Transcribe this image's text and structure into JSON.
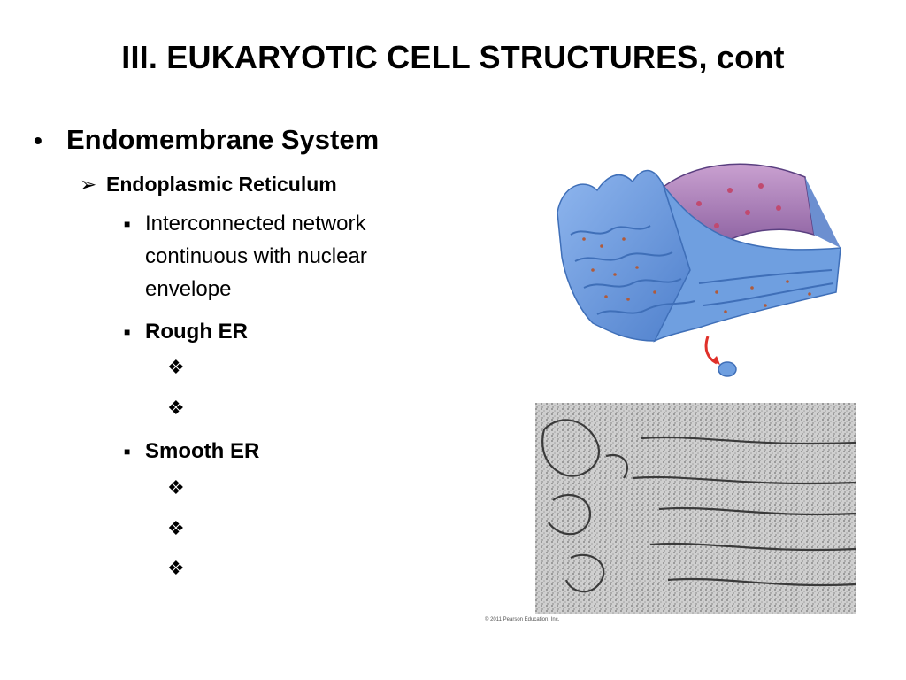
{
  "slide": {
    "title": "III.  EUKARYOTIC CELL STRUCTURES, cont",
    "bullet_main": {
      "marker": "•",
      "text": "Endomembrane System"
    },
    "sub_bullet": {
      "marker": "➢",
      "text": "Endoplasmic Reticulum"
    },
    "items": [
      {
        "marker": "■",
        "lines": [
          "Interconnected network",
          "continuous with nuclear",
          "envelope"
        ],
        "bold": false
      },
      {
        "marker": "■",
        "lines": [
          "Rough ER"
        ],
        "bold": true
      },
      {
        "marker": "■",
        "lines": [
          "Smooth ER"
        ],
        "bold": true
      }
    ],
    "empty_bullet_marker": "❖",
    "credit": "© 2011 Pearson Education, Inc."
  },
  "colors": {
    "er_blue": "#6f9fe0",
    "er_dark": "#3f6fb8",
    "ribosome": "#b05a3a",
    "lumen": "#8a5a9a",
    "arrow": "#e0302a"
  },
  "icons": [
    "er-3d-illustration",
    "er-micrograph"
  ]
}
